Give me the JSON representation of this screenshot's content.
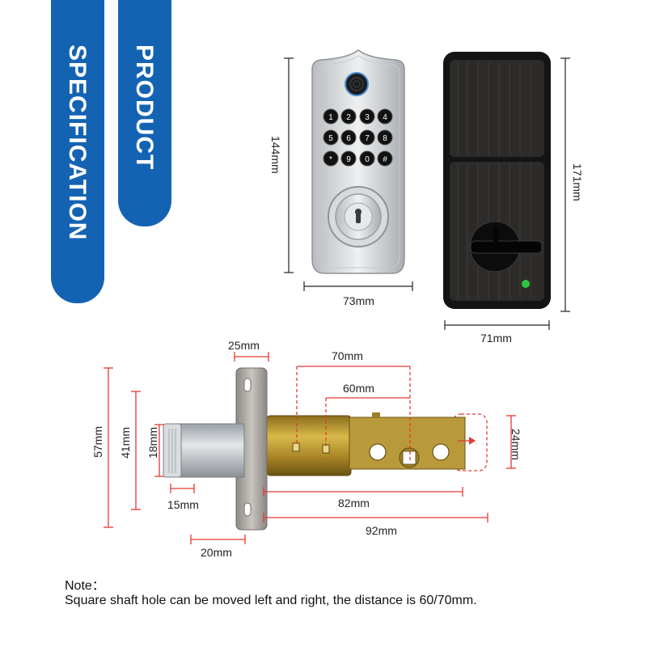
{
  "tabs": {
    "left": "SPECIFICATION",
    "right": "PRODUCT"
  },
  "dimensions": {
    "front_height": "144mm",
    "front_width": "73mm",
    "back_height": "171mm",
    "back_width": "71mm",
    "latch_25": "25mm",
    "latch_70": "70mm",
    "latch_60": "60mm",
    "latch_57": "57mm",
    "latch_41": "41mm",
    "latch_18": "18mm",
    "latch_24": "24mm",
    "latch_15": "15mm",
    "latch_82": "82mm",
    "latch_92": "92mm",
    "latch_20": "20mm"
  },
  "keypad": {
    "keys": [
      "1",
      "2",
      "3",
      "4",
      "5",
      "6",
      "7",
      "8",
      "*",
      "9",
      "0",
      "#"
    ]
  },
  "note": {
    "title": "Note：",
    "text": "Square shaft hole can be moved left and right, the distance is 60/70mm."
  }
}
